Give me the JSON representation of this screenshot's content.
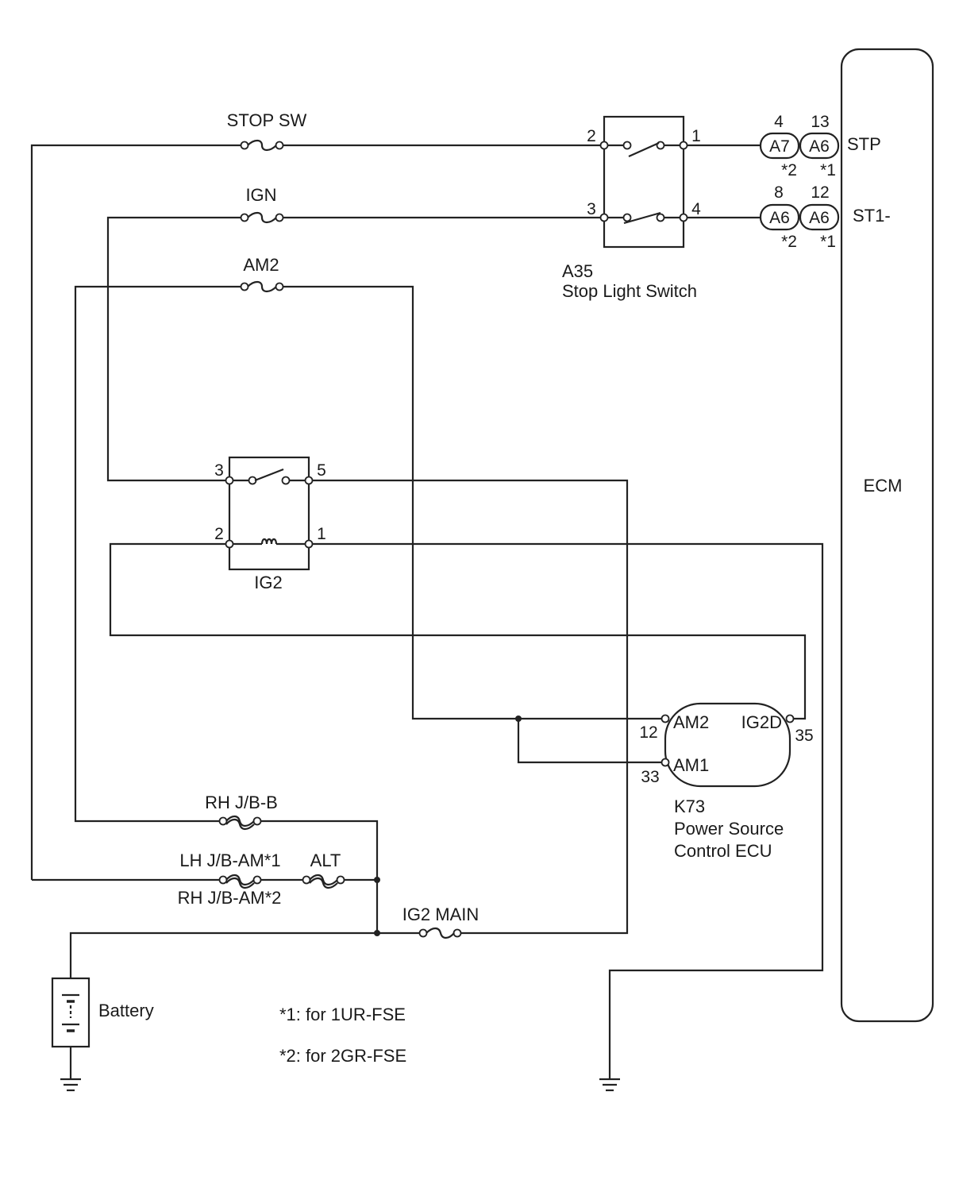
{
  "fuses": {
    "stop_sw": "STOP SW",
    "ign": "IGN",
    "am2": "AM2",
    "rh_jb_b": "RH J/B-B",
    "lh_jb_am": "LH J/B-AM*1",
    "rh_jb_am": "RH J/B-AM*2",
    "alt": "ALT",
    "ig2_main": "IG2 MAIN"
  },
  "stop_light_switch": {
    "code": "A35",
    "name": "Stop Light Switch",
    "pins": [
      "2",
      "1",
      "3",
      "4"
    ]
  },
  "ig2_relay": {
    "name": "IG2",
    "pins": [
      "3",
      "5",
      "2",
      "1"
    ]
  },
  "ecm": {
    "name": "ECM",
    "stp": {
      "signal": "STP",
      "pin_a": "4",
      "conn_a": "A7",
      "note_a": "*2",
      "pin_b": "13",
      "conn_b": "A6",
      "note_b": "*1"
    },
    "st1": {
      "signal": "ST1-",
      "pin_a": "8",
      "conn_a": "A6",
      "note_a": "*2",
      "pin_b": "12",
      "conn_b": "A6",
      "note_b": "*1"
    }
  },
  "power_source_ecu": {
    "code": "K73",
    "name_line1": "Power Source",
    "name_line2": "Control ECU",
    "am2": "AM2",
    "am2_pin": "12",
    "am1": "AM1",
    "am1_pin": "33",
    "ig2d": "IG2D",
    "ig2d_pin": "35"
  },
  "battery": "Battery",
  "notes": [
    "*1: for 1UR-FSE",
    "*2: for 2GR-FSE"
  ]
}
